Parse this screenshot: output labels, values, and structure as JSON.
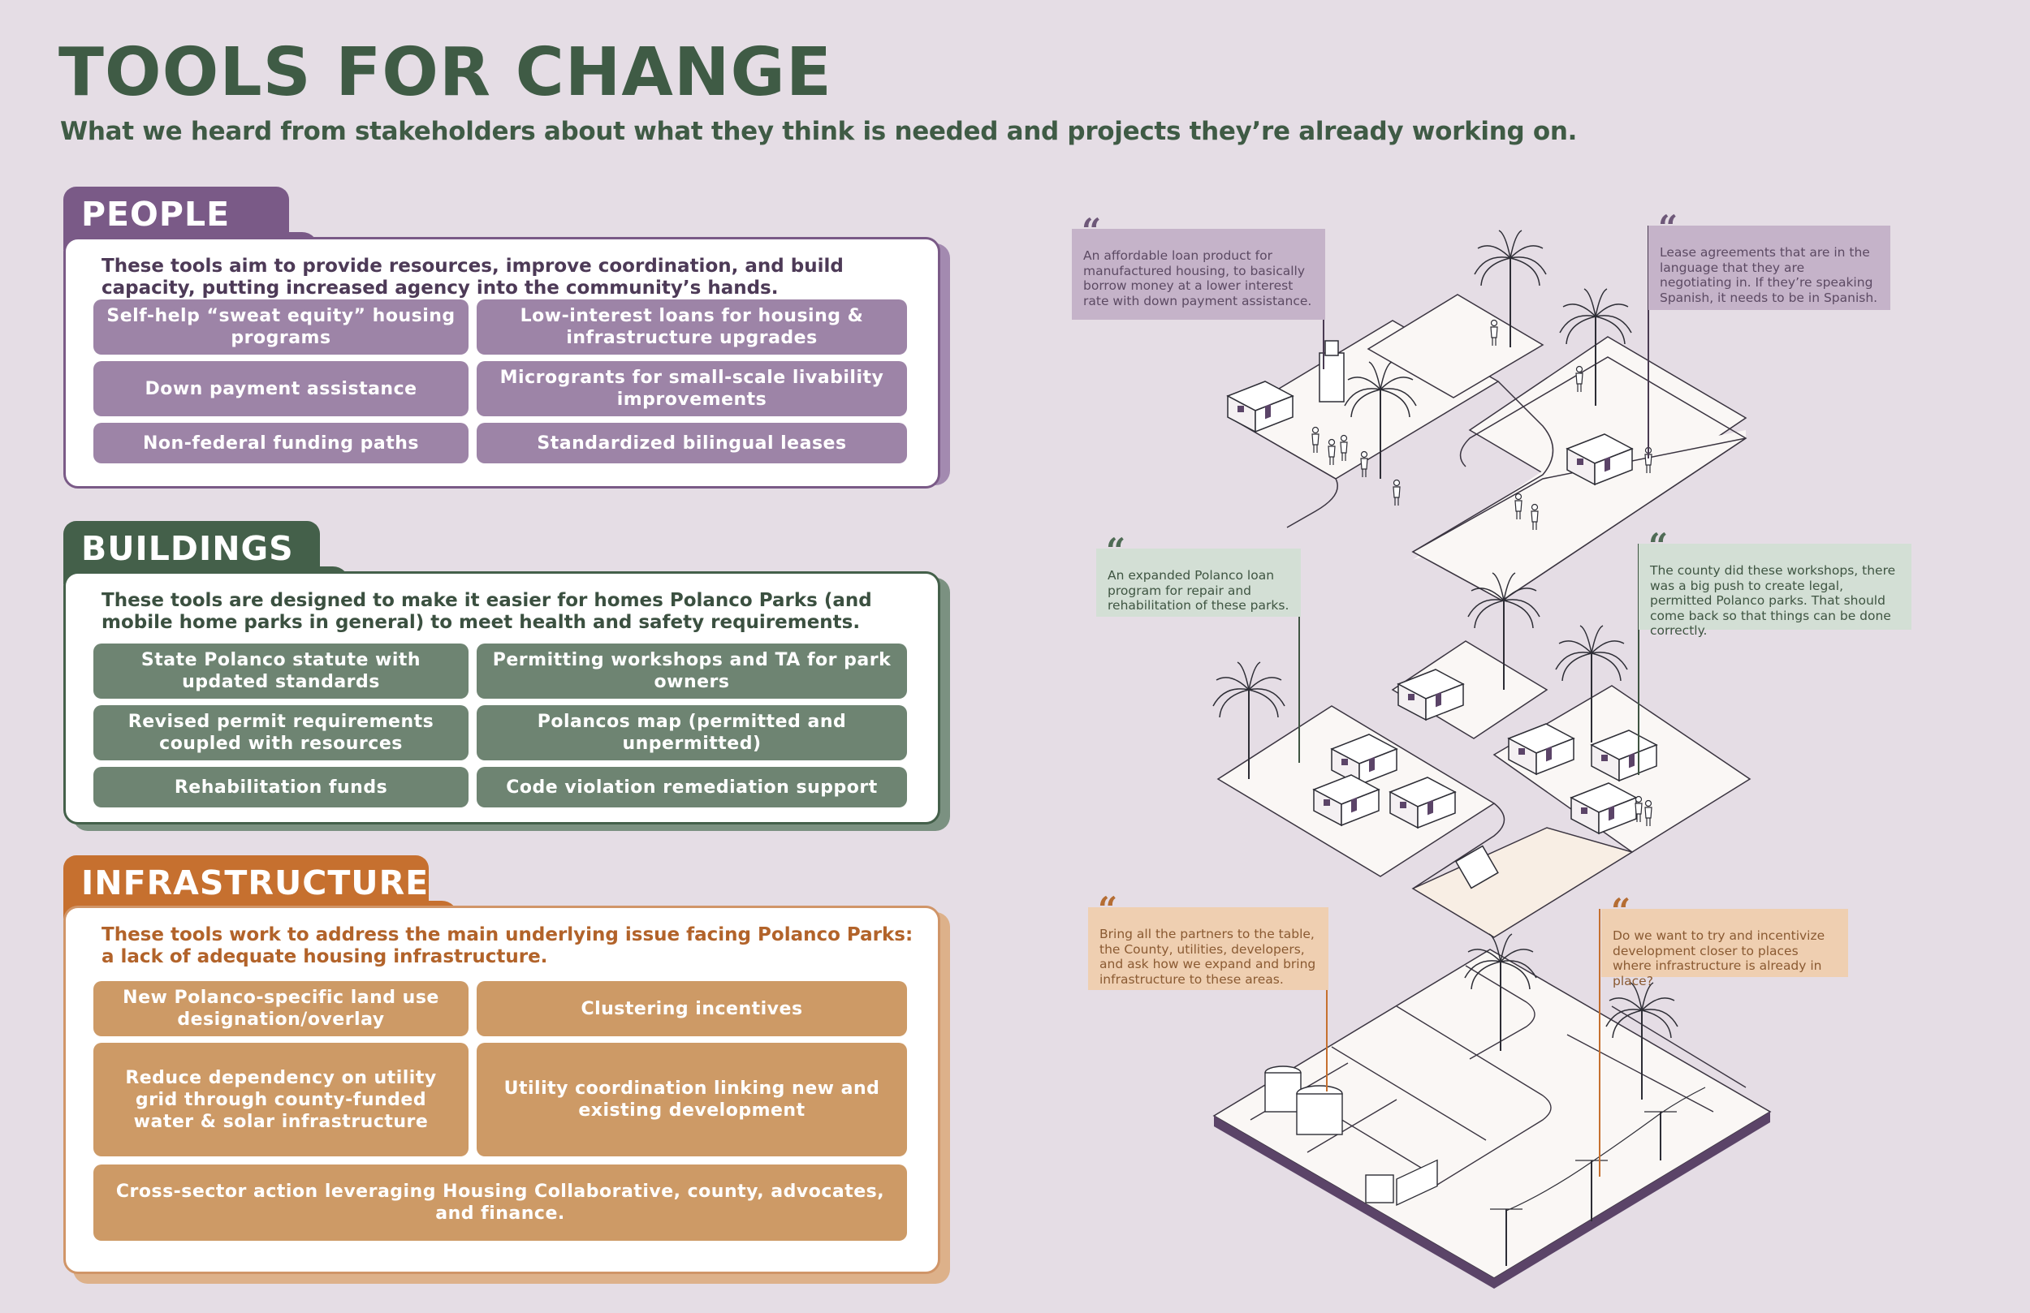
{
  "header": {
    "title": "TOOLS FOR CHANGE",
    "subtitle": "What we heard from stakeholders about what they think is needed and projects they’re already working on."
  },
  "sections": {
    "people": {
      "tab": "PEOPLE",
      "intro": "These tools aim to provide resources, improve coordination, and build capacity, putting increased agency into the community’s hands.",
      "tools": [
        "Self-help “sweat equity” housing programs",
        "Low-interest loans for housing & infrastructure upgrades",
        "Down payment assistance",
        "Microgrants for small-scale livability improvements",
        "Non-federal funding paths",
        "Standardized bilingual leases"
      ]
    },
    "buildings": {
      "tab": "BUILDINGS",
      "intro": "These tools are designed to make it easier for homes Polanco Parks (and mobile home parks in general) to meet health and safety requirements.",
      "tools": [
        "State Polanco statute with updated standards",
        "Permitting workshops and TA for park owners",
        "Revised permit requirements coupled with resources",
        "Polancos map (permitted and unpermitted)",
        "Rehabilitation funds",
        "Code violation remediation support"
      ]
    },
    "infrastructure": {
      "tab": "INFRASTRUCTURE",
      "intro": "These tools work to address the main underlying issue facing Polanco Parks: a lack of adequate housing infrastructure.",
      "tools": [
        "New Polanco-specific land use designation/overlay",
        "Clustering incentives",
        "Reduce dependency on utility grid through county-funded water & solar infrastructure",
        "Utility coordination linking new and existing development",
        "Cross-sector action leveraging Housing Collaborative, county, advocates, and finance."
      ]
    }
  },
  "quotes": {
    "q1": "An affordable loan product for manufactured housing, to basically borrow money at a lower interest rate with down payment assistance.",
    "q2": "Lease agreements that are in the language that they are negotiating in. If they’re speaking Spanish, it needs to be in Spanish.",
    "q3": "An expanded Polanco loan program for repair and rehabilitation of these parks.",
    "q4": "The county did these workshops, there was a big push to create legal, permitted Polanco parks. That should come back so that things can be done correctly.",
    "q5": "Bring all the partners to the table, the County, utilities, developers, and ask how we expand and bring infrastructure to these areas.",
    "q6": "Do we want to try and incentivize development closer to places where infrastructure is already in place?",
    "quote_mark": "“"
  },
  "colors": {
    "background": "#e5dde5",
    "title_green": "#3f5b45",
    "people_purple": "#7a5a87",
    "buildings_green": "#44604a",
    "infrastructure_orange": "#c6702f"
  }
}
